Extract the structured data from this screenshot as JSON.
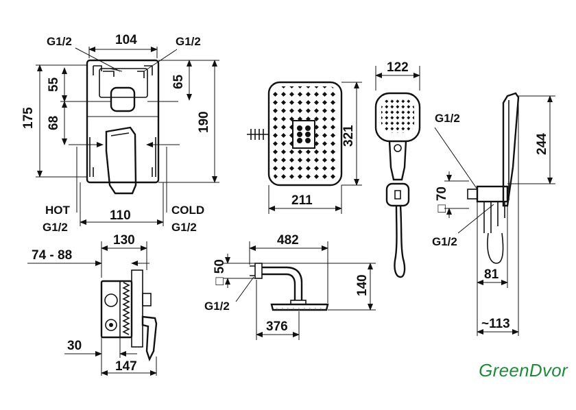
{
  "dimensions": {
    "valve_top_width": "104",
    "valve_top_left_thread": "G1/2",
    "valve_top_right_thread": "G1/2",
    "valve_h55": "55",
    "valve_h65": "65",
    "valve_h68": "68",
    "valve_h175": "175",
    "valve_h190": "190",
    "valve_bottom_width": "110",
    "hot_label": "HOT",
    "hot_thread": "G1/2",
    "cold_label": "COLD",
    "cold_thread": "G1/2",
    "box_depth_range": "74 - 88",
    "box_width_130": "130",
    "box_30": "30",
    "box_147": "147",
    "head_height": "321",
    "head_width": "211",
    "hand_width": "122",
    "holder_thread": "G1/2",
    "holder_height": "244",
    "holder_square": "□ 70",
    "holder_thread_bottom": "G1/2",
    "holder_81": "81",
    "holder_113": "~113",
    "arm_length": "482",
    "arm_square": "□ 50",
    "arm_140": "140",
    "arm_thread": "G1/2",
    "arm_376": "376"
  },
  "brand": {
    "part1": "Green",
    "part2": "Dvor"
  }
}
